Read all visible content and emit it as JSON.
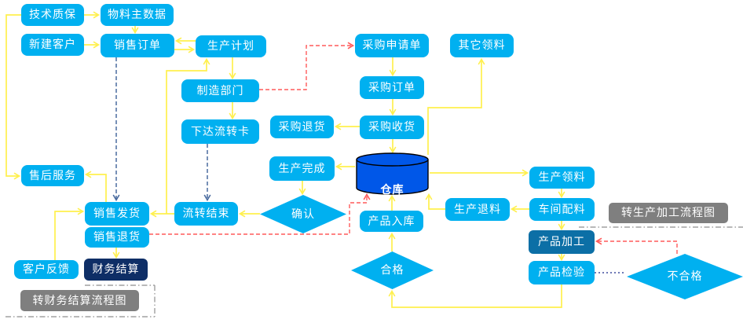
{
  "diagram": {
    "nodes": [
      {
        "id": "tech-qa",
        "label": "技术质保",
        "shape": "box"
      },
      {
        "id": "material-master",
        "label": "物料主数据",
        "shape": "box"
      },
      {
        "id": "new-customer",
        "label": "新建客户",
        "shape": "box"
      },
      {
        "id": "sales-order",
        "label": "销售订单",
        "shape": "box"
      },
      {
        "id": "production-plan",
        "label": "生产计划",
        "shape": "box"
      },
      {
        "id": "purchase-request",
        "label": "采购申请单",
        "shape": "box"
      },
      {
        "id": "other-requisition",
        "label": "其它领料",
        "shape": "box"
      },
      {
        "id": "manufacturing-dept",
        "label": "制造部门",
        "shape": "box"
      },
      {
        "id": "purchase-order",
        "label": "采购订单",
        "shape": "box"
      },
      {
        "id": "flow-card",
        "label": "下达流转卡",
        "shape": "box"
      },
      {
        "id": "purchase-return",
        "label": "采购退货",
        "shape": "box"
      },
      {
        "id": "purchase-receipt",
        "label": "采购收货",
        "shape": "box"
      },
      {
        "id": "production-complete",
        "label": "生产完成",
        "shape": "box"
      },
      {
        "id": "warehouse",
        "label": "仓库",
        "shape": "cylinder"
      },
      {
        "id": "after-sales",
        "label": "售后服务",
        "shape": "box"
      },
      {
        "id": "sales-delivery",
        "label": "销售发货",
        "shape": "box"
      },
      {
        "id": "flow-end",
        "label": "流转结束",
        "shape": "box"
      },
      {
        "id": "confirm",
        "label": "确认",
        "shape": "diamond"
      },
      {
        "id": "product-inbound",
        "label": "产品入库",
        "shape": "box"
      },
      {
        "id": "production-return",
        "label": "生产退料",
        "shape": "box"
      },
      {
        "id": "production-requisition",
        "label": "生产领料",
        "shape": "box"
      },
      {
        "id": "workshop-batching",
        "label": "车间配料",
        "shape": "box"
      },
      {
        "id": "sales-return",
        "label": "销售退货",
        "shape": "box"
      },
      {
        "id": "to-production-flowchart",
        "label": "转生产加工流程图",
        "shape": "gray"
      },
      {
        "id": "customer-feedback",
        "label": "客户反馈",
        "shape": "box"
      },
      {
        "id": "financial-settlement",
        "label": "财务结算",
        "shape": "navy"
      },
      {
        "id": "product-processing",
        "label": "产品加工",
        "shape": "dark"
      },
      {
        "id": "product-inspection",
        "label": "产品检验",
        "shape": "box"
      },
      {
        "id": "qualified",
        "label": "合格",
        "shape": "diamond"
      },
      {
        "id": "unqualified",
        "label": "不合格",
        "shape": "diamond"
      },
      {
        "id": "to-financial-flowchart",
        "label": "转财务结算流程图",
        "shape": "gray"
      }
    ],
    "edges": [
      {
        "from": "tech-qa",
        "to": "material-master",
        "style": "yellow",
        "arrow": true
      },
      {
        "from": "material-master",
        "to": "sales-order",
        "style": "yellow",
        "arrow": true
      },
      {
        "from": "new-customer",
        "to": "sales-order",
        "style": "yellow",
        "arrow": true
      },
      {
        "from": "production-plan",
        "to": "sales-order",
        "style": "yellow",
        "arrow": true
      },
      {
        "from": "sales-order",
        "to": "production-plan",
        "style": "yellow",
        "arrow": true
      },
      {
        "from": "production-plan",
        "to": "manufacturing-dept",
        "style": "yellow",
        "arrow": true
      },
      {
        "from": "manufacturing-dept",
        "to": "flow-card",
        "style": "yellow",
        "arrow": true
      },
      {
        "from": "manufacturing-dept",
        "to": "purchase-request",
        "style": "red-dashed",
        "arrow": true
      },
      {
        "from": "purchase-request",
        "to": "purchase-order",
        "style": "yellow",
        "arrow": true
      },
      {
        "from": "purchase-order",
        "to": "purchase-receipt",
        "style": "yellow",
        "arrow": true
      },
      {
        "from": "purchase-receipt",
        "to": "purchase-return",
        "style": "yellow",
        "arrow": true
      },
      {
        "from": "purchase-receipt",
        "to": "warehouse",
        "style": "yellow",
        "arrow": true
      },
      {
        "from": "warehouse",
        "to": "other-requisition",
        "style": "yellow",
        "arrow": true
      },
      {
        "from": "warehouse",
        "to": "production-complete",
        "style": "yellow",
        "arrow": true
      },
      {
        "from": "warehouse",
        "to": "production-requisition",
        "style": "yellow",
        "arrow": true
      },
      {
        "from": "production-return",
        "to": "warehouse",
        "style": "yellow",
        "arrow": true
      },
      {
        "from": "production-requisition",
        "to": "workshop-batching",
        "style": "yellow",
        "arrow": true
      },
      {
        "from": "workshop-batching",
        "to": "production-return",
        "style": "yellow",
        "arrow": true
      },
      {
        "from": "workshop-batching",
        "to": "product-processing",
        "style": "yellow",
        "arrow": true
      },
      {
        "from": "product-processing",
        "to": "product-inspection",
        "style": "yellow",
        "arrow": true
      },
      {
        "from": "product-inspection",
        "to": "qualified",
        "style": "yellow",
        "arrow": true
      },
      {
        "from": "qualified",
        "to": "product-inbound",
        "style": "yellow",
        "arrow": true
      },
      {
        "from": "product-inbound",
        "to": "warehouse",
        "style": "yellow",
        "arrow": true
      },
      {
        "from": "production-complete",
        "to": "confirm",
        "style": "yellow",
        "arrow": true
      },
      {
        "from": "confirm",
        "to": "flow-end",
        "style": "yellow",
        "arrow": true
      },
      {
        "from": "flow-end",
        "to": "sales-delivery",
        "style": "yellow",
        "arrow": true
      },
      {
        "from": "sales-delivery",
        "to": "production-plan",
        "style": "yellow",
        "arrow": true
      },
      {
        "from": "sales-delivery",
        "to": "after-sales",
        "style": "yellow",
        "arrow": true
      },
      {
        "from": "tech-qa",
        "to": "after-sales",
        "style": "yellow",
        "arrow": true
      },
      {
        "from": "customer-feedback",
        "to": "sales-delivery",
        "style": "yellow",
        "arrow": true
      },
      {
        "from": "sales-return",
        "to": "financial-settlement",
        "style": "yellow",
        "arrow": true
      },
      {
        "from": "sales-order",
        "to": "sales-delivery",
        "style": "navy-dashed",
        "arrow": true
      },
      {
        "from": "flow-card",
        "to": "flow-end",
        "style": "navy-dashed",
        "arrow": true
      },
      {
        "from": "sales-return",
        "to": "warehouse",
        "style": "red-dashed",
        "arrow": true
      },
      {
        "from": "unqualified",
        "to": "product-processing",
        "style": "red-dashed",
        "arrow": true
      },
      {
        "from": "product-inspection",
        "to": "unqualified",
        "style": "navy-dotted",
        "arrow": false
      }
    ],
    "decorations": [
      {
        "name": "production-flow-divider",
        "style": "gray-dashdot"
      },
      {
        "name": "financial-region-top",
        "style": "gray-dashdot"
      },
      {
        "name": "financial-region-right",
        "style": "gray-dashdot"
      },
      {
        "name": "financial-region-bottom",
        "style": "gray-dashdot"
      }
    ],
    "colors": {
      "box_fill": "#00B0F0",
      "warehouse_fill": "#0057E8",
      "warehouse_outline": "#000000",
      "dark_box_fill": "#0C6FA6",
      "navy_box_fill": "#0E2E66",
      "gray_box_fill": "#7F7F7F",
      "text": "#FFFFFF",
      "connector_yellow": "#FFF04D",
      "connector_red": "#FF5A5A",
      "connector_navy": "#4A6B9F",
      "connector_dot_navy": "#3D4B9E",
      "region_gray": "#A0A0A0"
    }
  }
}
